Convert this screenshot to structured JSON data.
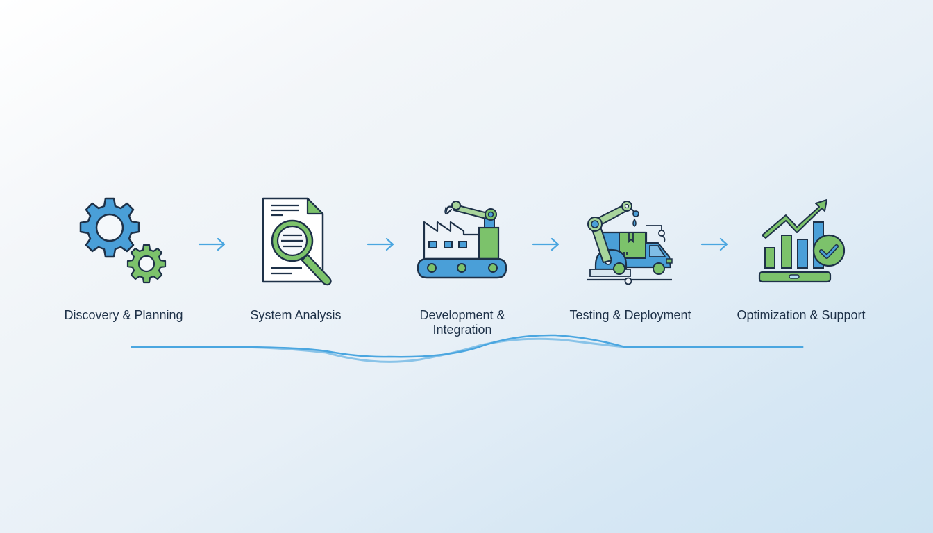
{
  "diagram": {
    "type": "process-flow",
    "steps": [
      {
        "label": "Discovery & Planning",
        "icon": "gears-icon"
      },
      {
        "label": "System Analysis",
        "icon": "document-magnifier-icon"
      },
      {
        "label": "Development &",
        "label_line2": "Integration",
        "icon": "factory-robot-arm-icon"
      },
      {
        "label": "Testing & Deployment",
        "icon": "robot-arm-truck-icon"
      },
      {
        "label": "Optimization & Support",
        "icon": "growth-chart-check-icon"
      }
    ],
    "connectors": [
      "arrow-right",
      "arrow-right",
      "arrow-right",
      "arrow-right"
    ]
  },
  "colors": {
    "blue": "#4a9fd8",
    "green": "#7cc26b",
    "outline": "#1e3148",
    "arrow": "#4aa6e0",
    "text": "#1e3148"
  }
}
